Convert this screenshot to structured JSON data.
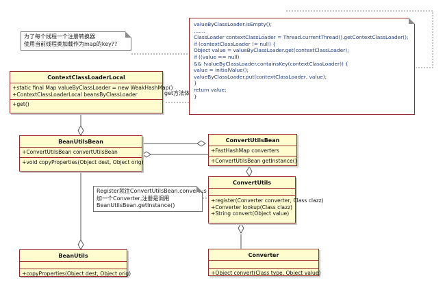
{
  "colors": {
    "class_fill": "#fffcd0",
    "class_border": "#9a2a2a",
    "code_text": "#1f3c7a",
    "line": "#555555"
  },
  "classes": {
    "context_loader_local": {
      "name": "ContextClassLoaderLocal",
      "attributes": [
        "+static final Map valueByClassLoader = new WeakHashMap()",
        "+ContextClassLoaderLocal beansByClassLoader"
      ],
      "operations": [
        "+get()"
      ]
    },
    "bean_utils_bean": {
      "name": "BeanUtilsBean",
      "attributes": [
        "+ConvertUtilsBean convertUtilsBean"
      ],
      "operations": [
        "+void copyProperties(Object dest, Object orig)"
      ]
    },
    "convert_utils_bean": {
      "name": "ConvertUtilsBean",
      "attributes": [
        "+FastHashMap converters"
      ],
      "operations": [
        "+ConvertUtilsBean getInstance()"
      ]
    },
    "convert_utils": {
      "name": "ConvertUtils",
      "attributes": [],
      "operations": [
        "+register(Converter converter, Class clazz)",
        "+Converter lookup(Class clazz)",
        "+String convert(Object value)"
      ]
    },
    "bean_utils": {
      "name": "BeanUtils",
      "attributes": [],
      "operations": [
        "+copyProperties(Object dest, Object orig)"
      ]
    },
    "converter": {
      "name": "Converter",
      "attributes": [],
      "operations": [
        "+Object convert(Class type, Object value)"
      ]
    }
  },
  "notes": {
    "key_note": [
      "为了每个线程一个注册转换器",
      "使用当前线程类加载作为map的key??"
    ],
    "register_note": [
      "Register就往ConvertUtilsBean.convertes",
      "加一个Converter,注册是调用",
      "BeanUtilsBean.getInstance()"
    ],
    "code_note": [
      "valueByClassLoader.isEmpty();",
      "  .......",
      "ClassLoader contextClassLoader = Thread.currentThread().getContextClassLoader();",
      "      if (contextClassLoader != null) {",
      "         Object value = valueByClassLoader.get(contextClassLoader);",
      "         if ((value == null)",
      "         && !valueByClassLoader.containsKey(contextClassLoader)) {",
      "            value = initialValue();",
      "            valueByClassLoader.put(contextClassLoader, value);",
      "         }",
      "         return value;",
      "      }"
    ]
  },
  "labels": {
    "get_method": "get方法体"
  }
}
